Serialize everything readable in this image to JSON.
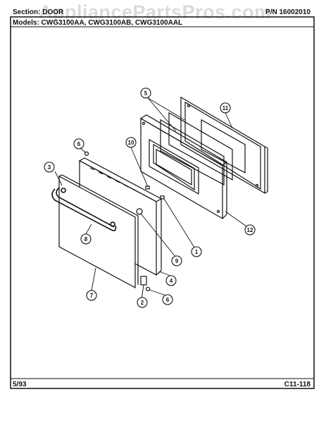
{
  "header": {
    "section": "Section: DOOR",
    "part_number": "P/N 16002010",
    "models": "Models: CWG3100AA, CWG3100AB, CWG3100AAL"
  },
  "footer": {
    "date": "5/93",
    "page": "C11-118"
  },
  "watermark": "AppliancePartsPros.com",
  "callouts": [
    "1",
    "2",
    "3",
    "4",
    "5",
    "6",
    "6",
    "7",
    "8",
    "9",
    "10",
    "11",
    "12"
  ]
}
